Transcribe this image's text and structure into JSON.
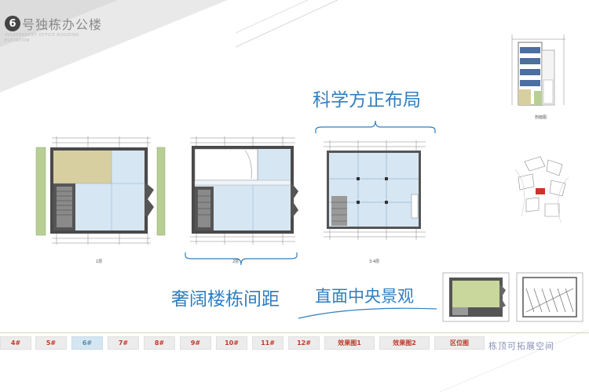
{
  "header": {
    "building_number": "6",
    "title": "号独栋办公楼",
    "subtitle_line1": "INDEPENDENT OFFICE BUILDING",
    "subtitle_line2": "ELEVATION"
  },
  "slogans": {
    "scientific_layout": "科学方正布局",
    "spacious_spacing": "奢阔楼栋间距",
    "central_view": "直面中央景观"
  },
  "plans": {
    "floor1_caption": "1层",
    "floor2_caption": "2层",
    "floor34_caption": "3-4层"
  },
  "side": {
    "elevation_caption": "剖面图",
    "roof_label": "栋顶可拓展空间"
  },
  "nav": {
    "items": [
      "4#",
      "5#",
      "6#",
      "7#",
      "8#",
      "9#",
      "10#",
      "11#",
      "12#",
      "效果图1",
      "效果图2",
      "区位图"
    ],
    "active_index": 2
  },
  "colors": {
    "slogan_blue": "#2f7fc1",
    "nav_text_red": "#c0392b",
    "nav_active_bg": "#d4e6f1",
    "plan_blue": "#d6e6f2",
    "plan_tan": "#d8cfa0",
    "plan_green": "#b7cf95"
  }
}
